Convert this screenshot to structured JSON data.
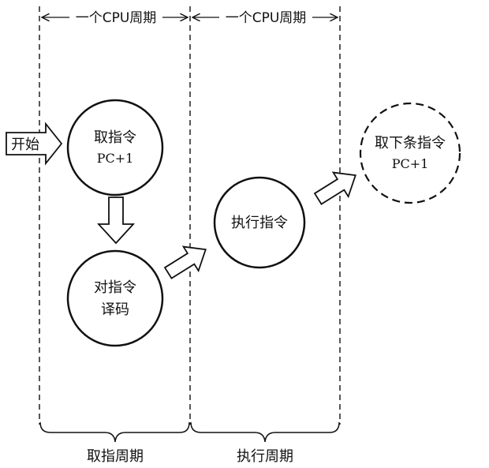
{
  "cycles": {
    "top_left": "一个CPU周期",
    "top_right": "一个CPU周期",
    "bottom_left": "取指周期",
    "bottom_right": "执行周期"
  },
  "start_label": "开始",
  "nodes": {
    "fetch": {
      "line1": "取指令",
      "line2": "PC+1"
    },
    "decode": {
      "line1": "对指令",
      "line2": "译码"
    },
    "execute": {
      "line1": "执行指令"
    },
    "next": {
      "line1": "取下条指令",
      "line2": "PC+1"
    }
  },
  "colors": {
    "stroke": "#111111",
    "background": "#ffffff"
  }
}
